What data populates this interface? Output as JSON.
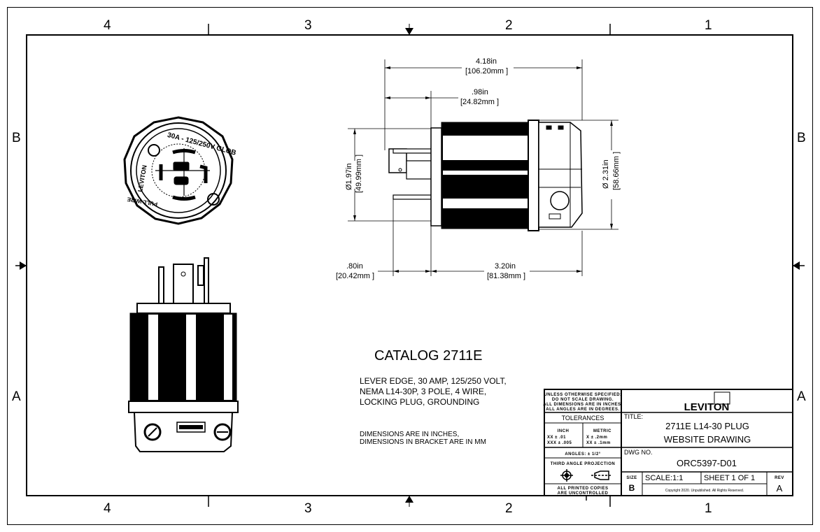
{
  "zones": {
    "top": [
      "4",
      "3",
      "2",
      "1"
    ],
    "bottom": [
      "4",
      "3",
      "2",
      "1"
    ],
    "left": [
      "B",
      "A"
    ],
    "right": [
      "B",
      "A"
    ]
  },
  "dimensions": {
    "overall_length": {
      "in": "4.18in",
      "mm": "[106.20mm ]"
    },
    "blade_length": {
      "in": ".98in",
      "mm": "[24.82mm ]"
    },
    "face_diameter": {
      "in": "Ø1.97in",
      "mm": "[49.99mm ]"
    },
    "body_diameter": {
      "in": "Ø 2.31in",
      "mm": "[58.66mm ]"
    },
    "ground_offset": {
      "in": ".80in",
      "mm": "[20.42mm ]"
    },
    "body_length": {
      "in": "3.20in",
      "mm": "[81.38mm ]"
    }
  },
  "catalog": {
    "title": "CATALOG  2711E",
    "description": [
      "LEVER EDGE, 30 AMP, 125/250 VOLT,",
      "NEMA L14-30P, 3 POLE, 4 WIRE,",
      "LOCKING PLUG, GROUNDING"
    ],
    "notes": [
      "DIMENSIONS ARE IN INCHES,",
      "DIMENSIONS IN BRACKET ARE IN MM"
    ]
  },
  "face_markings": {
    "top": "30A - 125/250V GLOB",
    "left": "LEVITON",
    "bottom": "PULL WIRE"
  },
  "title_block": {
    "general_notes": [
      "UNLESS OTHERWISE SPECIFIED:",
      "DO NOT SCALE DRAWING.",
      "ALL DIMENSIONS ARE IN INCHES.",
      "ALL ANGLES ARE IN DEGREES."
    ],
    "tolerances_label": "TOLERANCES",
    "inch": {
      "label": "INCH",
      "rows": [
        "XX   ± .01",
        "XXX  ± .005"
      ]
    },
    "metric": {
      "label": "METRIC",
      "rows": [
        "X    ± .2mm",
        "XX   ± .1mm"
      ]
    },
    "angles": "ANGLES: ± 1/2°",
    "projection": "THIRD ANGLE PROJECTION",
    "printed_notice": [
      "ALL PRINTED COPIES",
      "ARE UNCONTROLLED"
    ],
    "logo": "LEVITON",
    "title_label": "TITLE:",
    "title_lines": [
      "2711E L14-30 PLUG",
      "WEBSITE DRAWING"
    ],
    "dwg_label": "DWG NO.",
    "dwg_no": "ORC5397-D01",
    "size_label": "SIZE",
    "size": "B",
    "scale": "SCALE:1:1",
    "sheet": "SHEET 1 OF 1",
    "rev_label": "REV",
    "rev": "A",
    "copyright": "Copyright 2020. Unpublished. All Rights Reserved."
  }
}
